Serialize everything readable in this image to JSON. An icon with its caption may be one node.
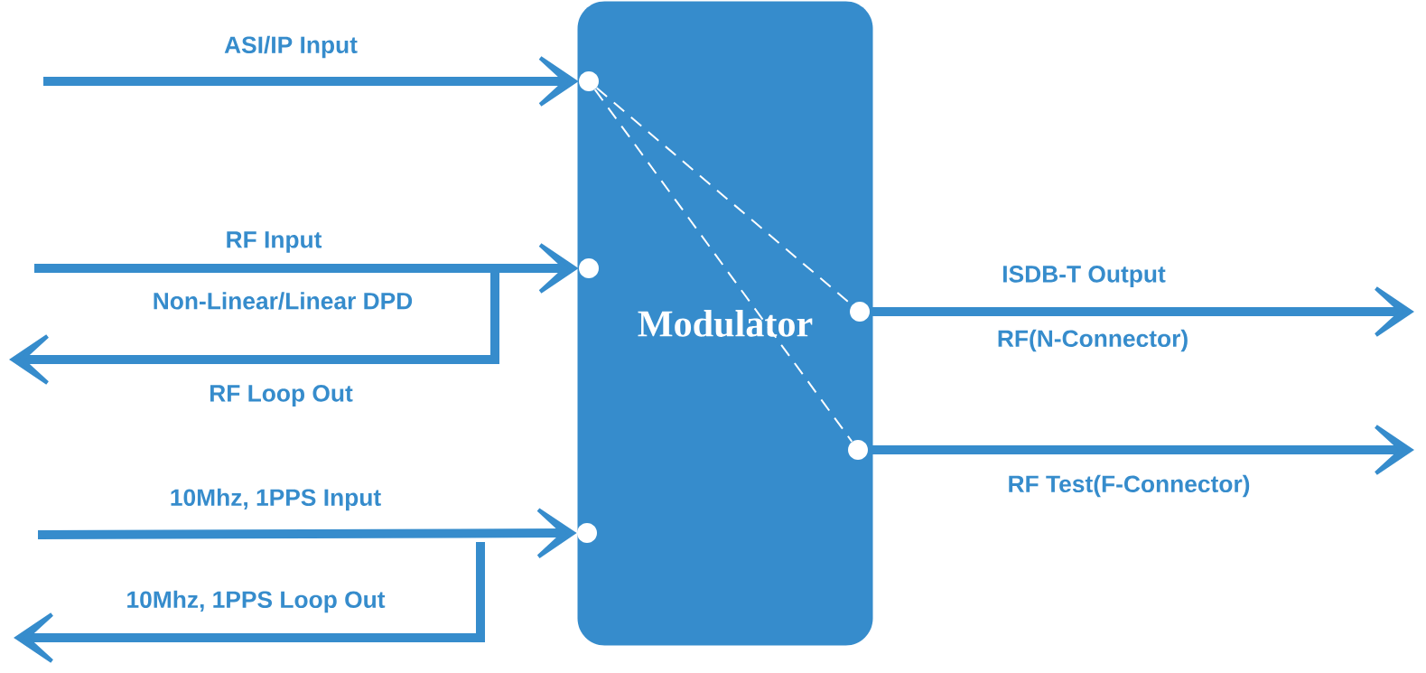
{
  "diagram": {
    "nodes": [
      {
        "text": [
          "Modulator"
        ]
      },
      {
        "text": [],
        "shape": "circle",
        "in": 0
      },
      {
        "text": [],
        "shape": "circle",
        "in": 0
      },
      {
        "text": [],
        "shape": "circle",
        "in": 0
      },
      {
        "text": [],
        "shape": "circle",
        "in": 0
      },
      {
        "text": [],
        "shape": "circle",
        "in": 0
      }
    ],
    "edges": [
      {
        "from": null,
        "to": 1,
        "arrow": "to",
        "label": "ASI/IP Input"
      },
      {
        "from": 1,
        "to": 4,
        "arrow": "none",
        "style": "dashed",
        "color": "#ffffff"
      },
      {
        "from": 1,
        "to": 5,
        "arrow": "none",
        "style": "dashed",
        "color": "#ffffff"
      },
      {
        "from": null,
        "to": 2,
        "arrow": "to",
        "label": "RF Input"
      },
      {
        "from": null,
        "to": 3,
        "arrow": "to",
        "label": "10Mhz, 1PPS Input"
      },
      {
        "from": 4,
        "to": null,
        "arrow": "to",
        "label": "ISDB-T Output"
      },
      {
        "from": 5,
        "to": null,
        "arrow": "to",
        "label": "RF Test(F-Connector)"
      }
    ],
    "labels": [
      "Non-Linear/Linear DPD",
      "RF Loop Out",
      "10Mhz, 1PPS Loop Out",
      "RF(N-Connector)"
    ]
  }
}
